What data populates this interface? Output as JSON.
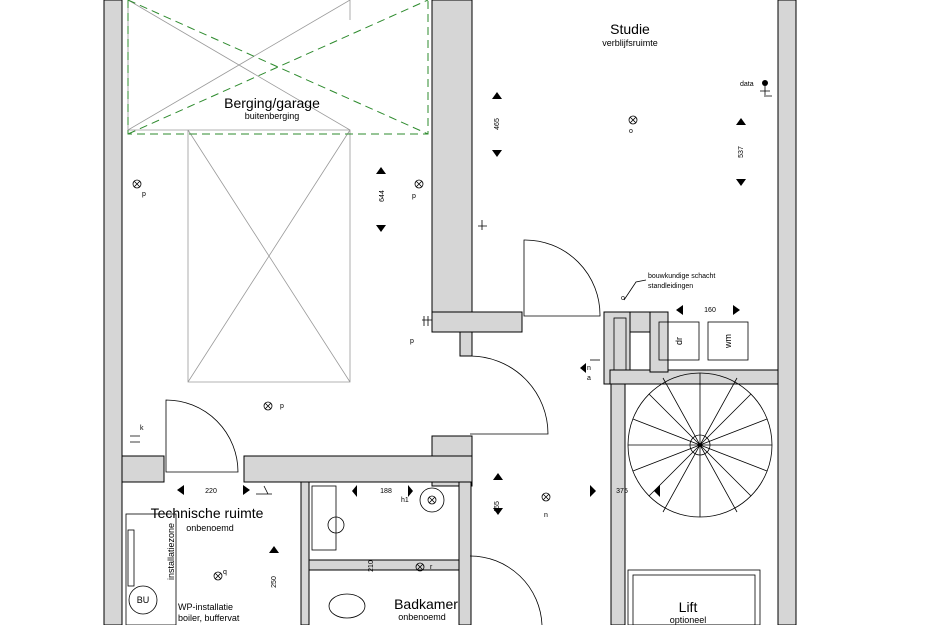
{
  "rooms": {
    "berging": {
      "name": "Berging/garage",
      "sub": "buitenberging"
    },
    "studie": {
      "name": "Studie",
      "sub": "verblijfsruimte"
    },
    "technische": {
      "name": "Technische ruimte",
      "sub": "onbenoemd"
    },
    "badkamer": {
      "name": "Badkamer",
      "sub": "onbenoemd"
    },
    "lift": {
      "name": "Lift",
      "sub": "optioneel"
    }
  },
  "annotations": {
    "schacht_1": "bouwkundige schacht",
    "schacht_2": "standleidingen",
    "data": "data",
    "installatiezone": "installatiezone",
    "wp_1": "WP-installatie",
    "wp_2": "boiler, buffervat",
    "bu": "BU",
    "dr": "dr",
    "wm": "wm"
  },
  "dimensions": {
    "d644": "644",
    "d465a": "465",
    "d537": "537",
    "d160": "160",
    "d220": "220",
    "d188": "188",
    "d465b": "465",
    "d375": "375",
    "d250": "250",
    "d210": "210"
  },
  "symbol_labels": {
    "p": "p",
    "n": "n",
    "q": "q",
    "r": "r",
    "h1": "h1",
    "a": "a",
    "k": "k",
    "o": "o"
  }
}
